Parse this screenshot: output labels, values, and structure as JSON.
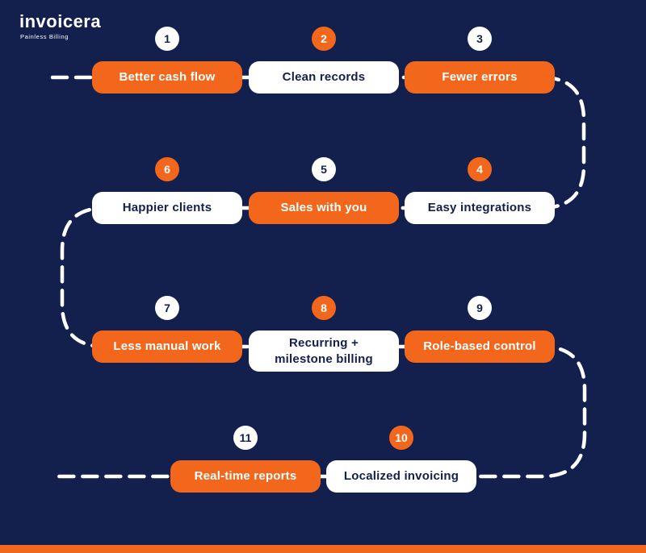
{
  "logo": {
    "name": "invoicera",
    "tagline": "Painless Billing"
  },
  "colors": {
    "background": "#13204E",
    "accent_orange": "#F2671C",
    "white": "#FFFFFF",
    "navy_text": "#13204E"
  },
  "steps": [
    {
      "number": "1",
      "label": "Better cash flow",
      "pill": "orange",
      "badge": "white"
    },
    {
      "number": "2",
      "label": "Clean records",
      "pill": "white",
      "badge": "orange"
    },
    {
      "number": "3",
      "label": "Fewer errors",
      "pill": "orange",
      "badge": "white"
    },
    {
      "number": "4",
      "label": "Easy integrations",
      "pill": "white",
      "badge": "orange"
    },
    {
      "number": "5",
      "label": "Sales with you",
      "pill": "orange",
      "badge": "white"
    },
    {
      "number": "6",
      "label": "Happier clients",
      "pill": "white",
      "badge": "orange"
    },
    {
      "number": "7",
      "label": "Less manual work",
      "pill": "orange",
      "badge": "white"
    },
    {
      "number": "8",
      "label": "Recurring + milestone billing",
      "pill": "white",
      "badge": "orange"
    },
    {
      "number": "9",
      "label": "Role-based control",
      "pill": "orange",
      "badge": "white"
    },
    {
      "number": "10",
      "label": "Localized invoicing",
      "pill": "white",
      "badge": "orange"
    },
    {
      "number": "11",
      "label": "Real-time reports",
      "pill": "orange",
      "badge": "white"
    }
  ]
}
